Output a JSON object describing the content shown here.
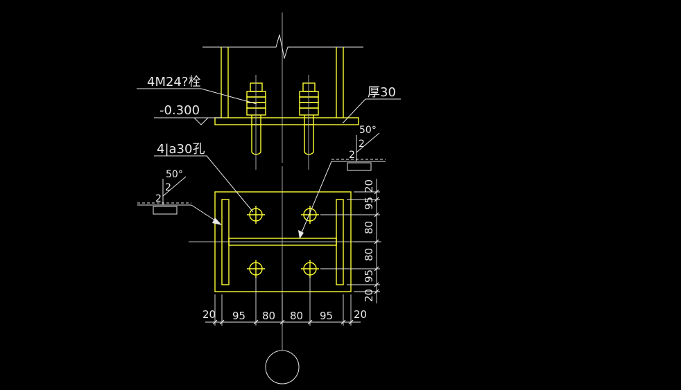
{
  "drawing": {
    "labels": {
      "bolts": "4M24?栓",
      "elevation": "-0.300",
      "thickness": "厚30",
      "holes": "4|a30孔"
    },
    "weld_right": {
      "angle": "50°",
      "gap": "2",
      "size": "2"
    },
    "weld_left": {
      "angle": "50°",
      "gap": "2",
      "size": "2"
    },
    "dims_horizontal": [
      "20",
      "95",
      "80",
      "80",
      "95",
      "20"
    ],
    "dims_vertical": [
      "20",
      "95",
      "80",
      "80",
      "95",
      "20"
    ]
  },
  "colors": {
    "background": "#000000",
    "part": "#ffff33",
    "annotation": "#e8e8e8"
  }
}
